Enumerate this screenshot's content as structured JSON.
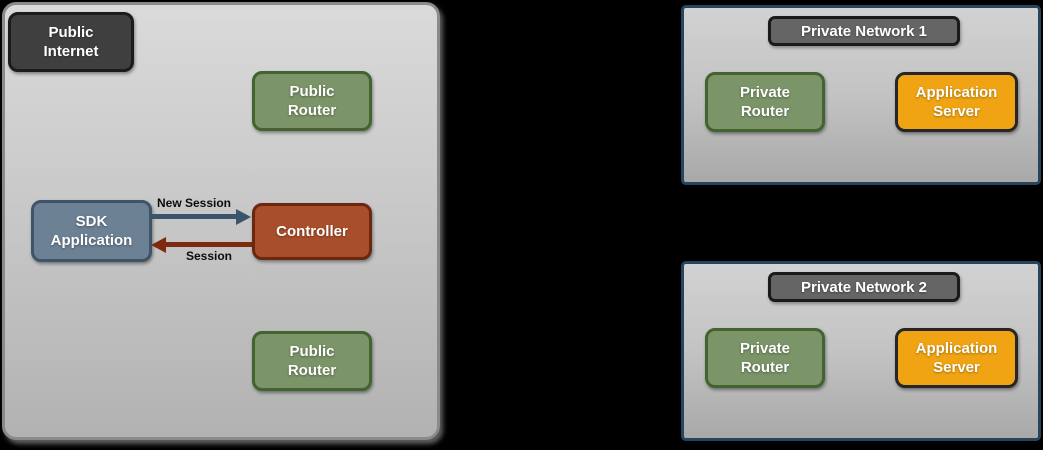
{
  "colors": {
    "background": "#000000",
    "zone_fill_top": "#dadada",
    "zone_fill_bottom": "#b2b2b2",
    "zone_border": "#8a8a8a",
    "network_border": "#27465e",
    "dark_node_fill": "#3f3f3f",
    "green_node_fill": "#7b9468",
    "slate_node_fill": "#6c8194",
    "rust_node_fill": "#a84e2b",
    "orange_node_fill": "#f0a413",
    "network_title_fill": "#656565",
    "arrow_blue": "#3b556c",
    "arrow_red": "#7c2b10"
  },
  "public_zone": {
    "internet_label": "Public Internet",
    "router_top_label": "Public Router",
    "sdk_app_label": "SDK Application",
    "controller_label": "Controller",
    "router_bottom_label": "Public Router",
    "arrows": {
      "new_session": "New Session",
      "session": "Session"
    }
  },
  "private_networks": [
    {
      "title": "Private Network 1",
      "router_label": "Private Router",
      "server_label": "Application Server"
    },
    {
      "title": "Private Network 2",
      "router_label": "Private Router",
      "server_label": "Application Server"
    }
  ]
}
